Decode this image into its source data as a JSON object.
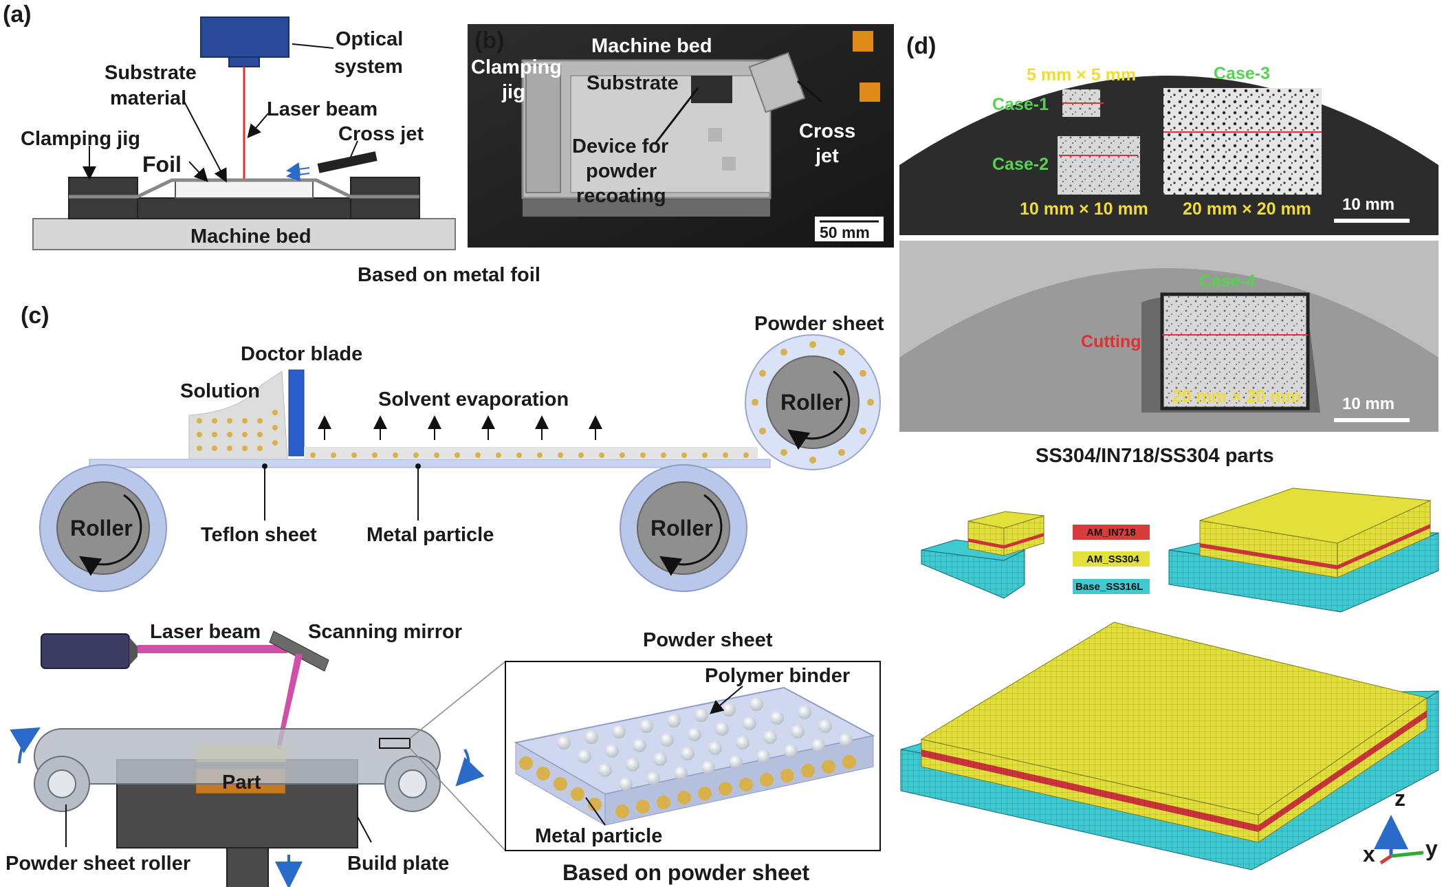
{
  "panels": {
    "a": "(a)",
    "b": "(b)",
    "c": "(c)",
    "d": "(d)"
  },
  "panel_a": {
    "optical_system": [
      "Optical",
      "system"
    ],
    "substrate_material": [
      "Substrate",
      "material"
    ],
    "laser_beam": "Laser beam",
    "cross_jet": "Cross jet",
    "clamping_jig": "Clamping jig",
    "foil": "Foil",
    "machine_bed": "Machine bed"
  },
  "caption_foil": "Based on metal foil",
  "panel_b": {
    "machine_bed": "Machine bed",
    "clamping_jig": [
      "Clamping",
      "jig"
    ],
    "substrate": "Substrate",
    "device": [
      "Device for",
      "powder",
      "recoating"
    ],
    "cross_jet": [
      "Cross",
      "jet"
    ],
    "scale": "50 mm"
  },
  "panel_c": {
    "powder_sheet_top": "Powder sheet",
    "doctor_blade": "Doctor blade",
    "solution": "Solution",
    "solvent_evaporation": "Solvent evaporation",
    "roller": "Roller",
    "teflon_sheet": "Teflon sheet",
    "metal_particle": "Metal particle",
    "laser_beam": "Laser beam",
    "scanning_mirror": "Scanning mirror",
    "part": "Part",
    "powder_sheet_roller": "Powder sheet roller",
    "build_plate": "Build plate",
    "powder_sheet_inset": "Powder sheet",
    "polymer_binder": "Polymer binder",
    "metal_particle_inset": "Metal particle"
  },
  "caption_powder": "Based on powder sheet",
  "panel_d": {
    "dim_5": "5 mm × 5 mm",
    "case1": "Case-1",
    "case2": "Case-2",
    "case3": "Case-3",
    "dim_10": "10 mm × 10 mm",
    "dim_20": "20 mm × 20 mm",
    "scale1": "10 mm",
    "case4": "Case-4",
    "cutting": "Cutting",
    "dim_20b": "20 mm × 20 mm",
    "scale2": "10 mm",
    "caption": "SS304/IN718/SS304 parts",
    "legend": [
      "AM_IN718",
      "AM_SS304",
      "Base_SS316L"
    ],
    "axes": {
      "z": "z",
      "x": "x",
      "y": "y"
    }
  },
  "colors": {
    "optical": "#2a4a9a",
    "laser_red": "#e0302a",
    "laser_pink": "#d04fa8",
    "roller_blue": "#b9c7ea",
    "roller_core": "#8f8f8f",
    "particle": "#d9b14a",
    "part_orange": "#c8791e",
    "mesh_yellow": "#e3e03c",
    "mesh_red": "#c8343a",
    "mesh_cyan": "#3fc9d0"
  }
}
